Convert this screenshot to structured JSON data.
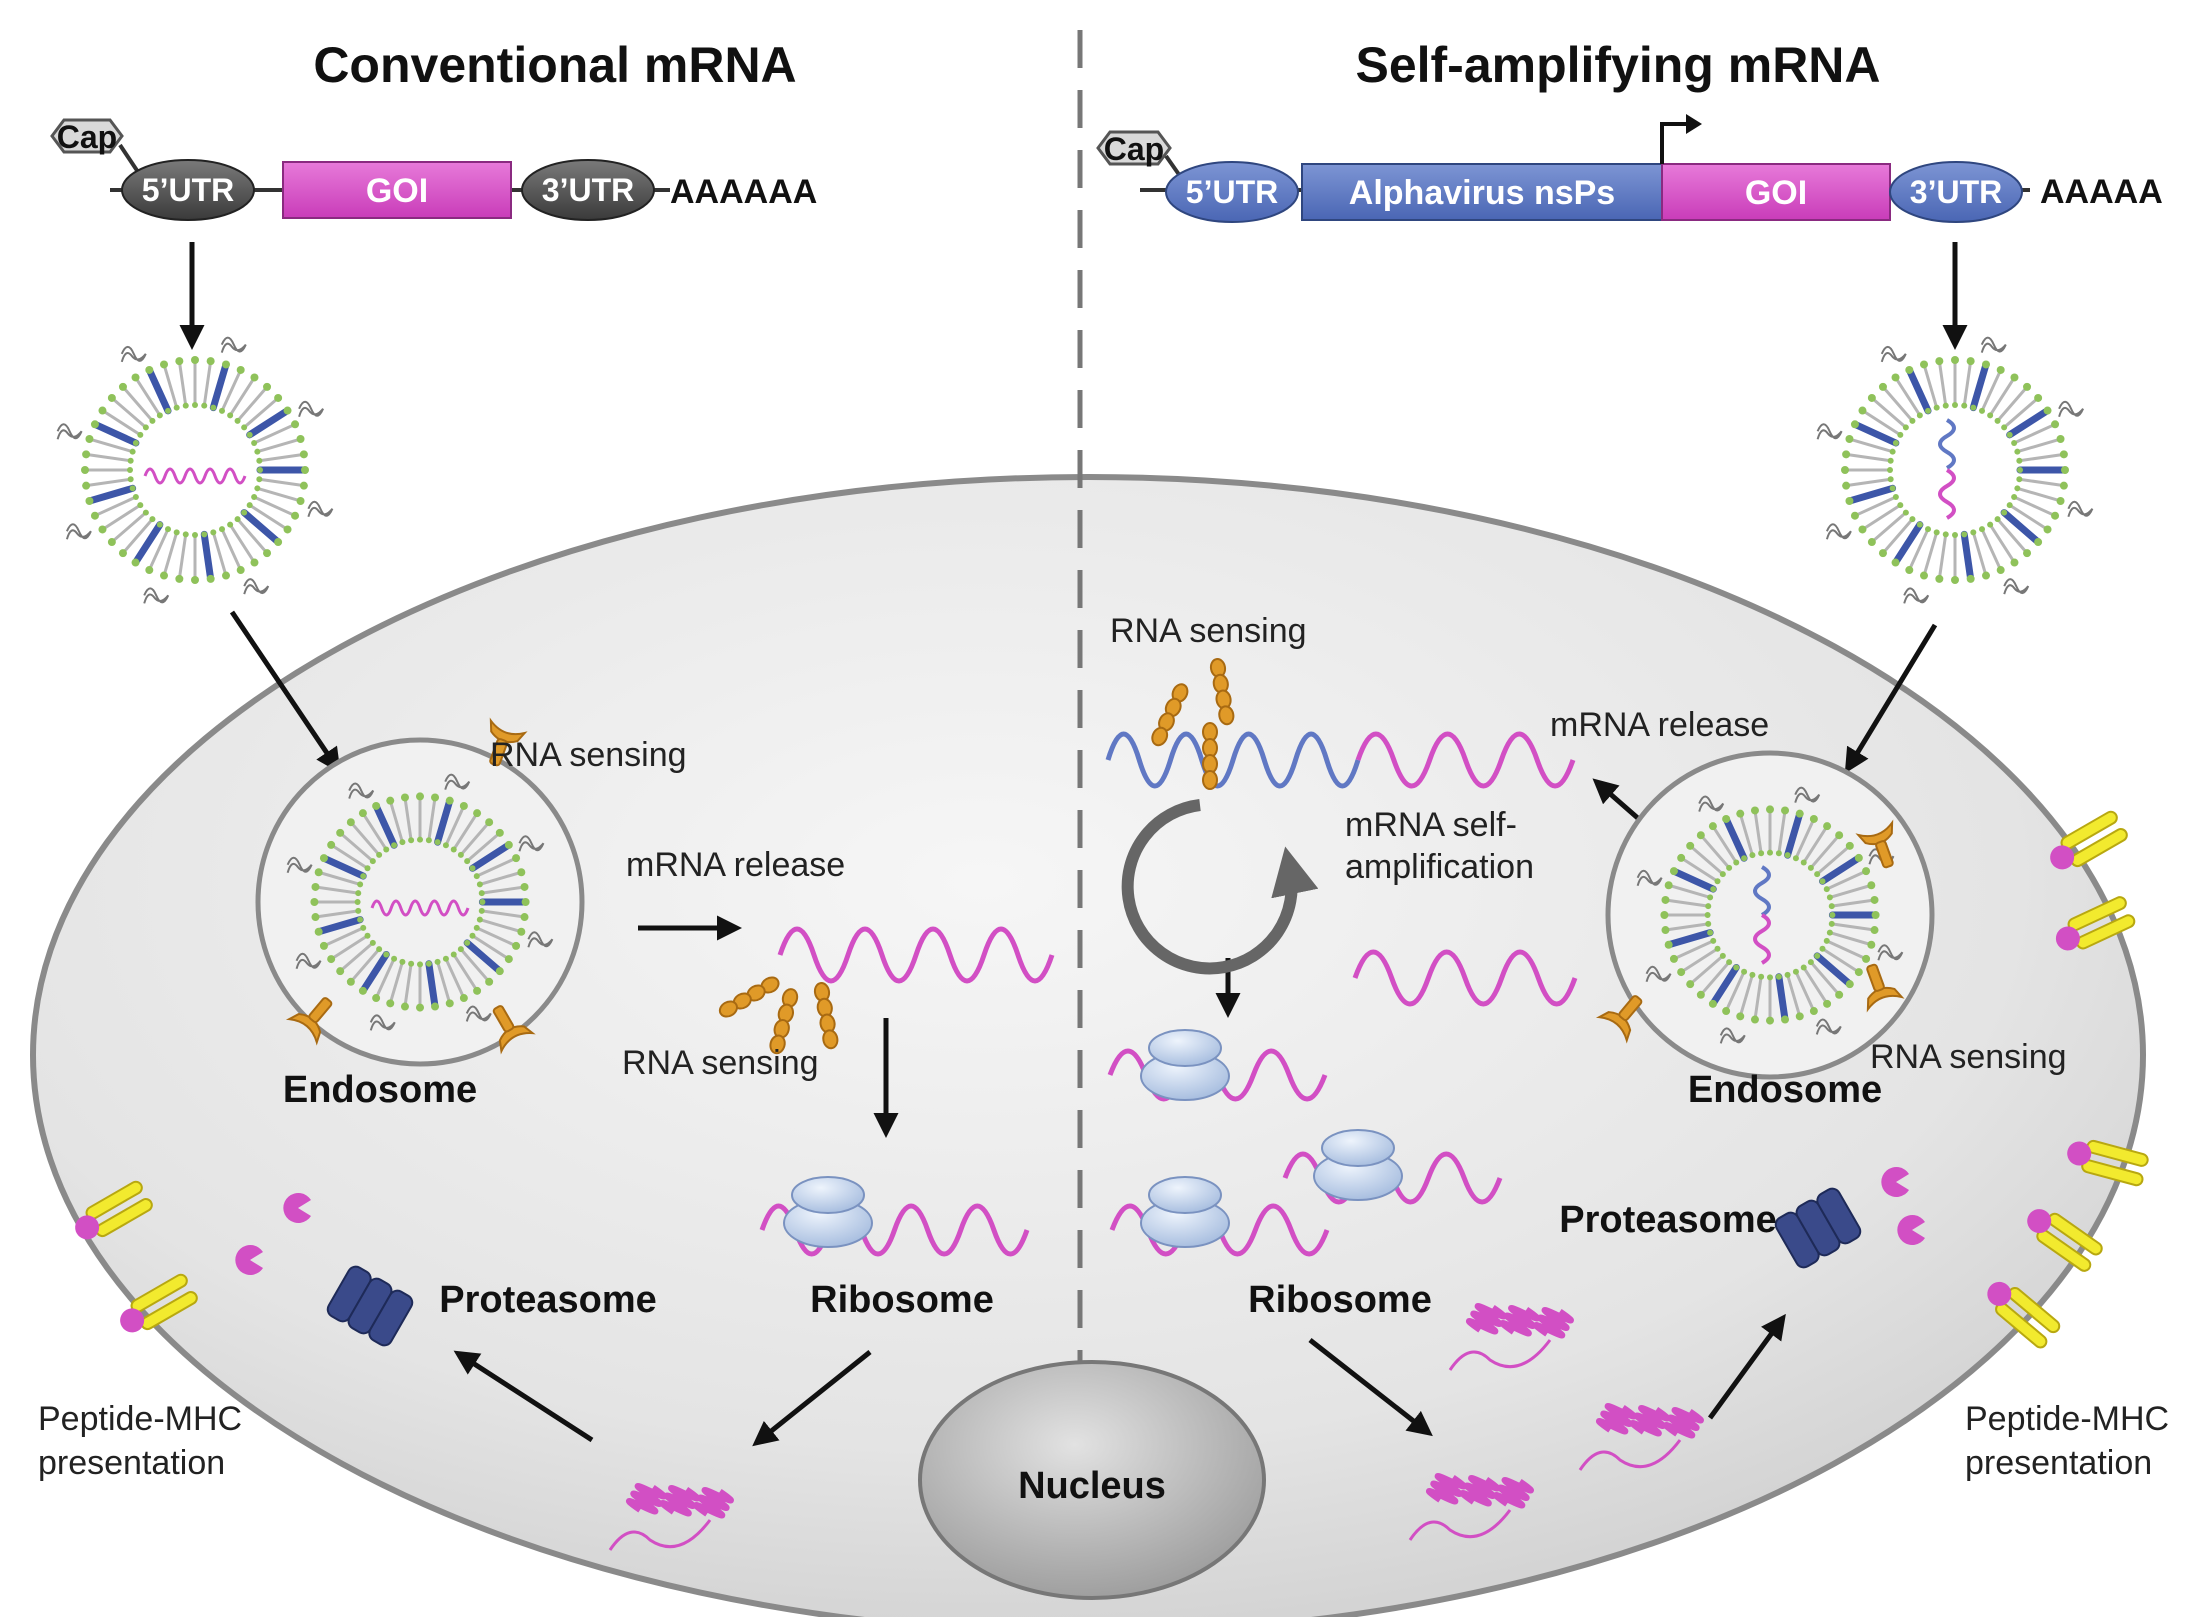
{
  "titles": {
    "left": "Conventional mRNA",
    "right": "Self-amplifying mRNA"
  },
  "left_construct": {
    "cap": "Cap",
    "utr5": "5’UTR",
    "goi": "GOI",
    "utr3": "3’UTR",
    "polyA": "AAAAAA"
  },
  "right_construct": {
    "cap": "Cap",
    "utr5": "5’UTR",
    "nsps": "Alphavirus nsPs",
    "goi": "GOI",
    "utr3": "3’UTR",
    "polyA": "AAAAA"
  },
  "labels": {
    "left_rna_sensing_top": "RNA sensing",
    "left_mrna_release": "mRNA release",
    "left_rna_sensing_bottom": "RNA sensing",
    "left_endosome": "Endosome",
    "left_ribosome": "Ribosome",
    "left_proteasome": "Proteasome",
    "left_pmhc_line1": "Peptide-MHC",
    "left_pmhc_line2": "presentation",
    "right_rna_sensing_top": "RNA sensing",
    "right_mrna_release": "mRNA release",
    "right_self_amp_line1": "mRNA self-",
    "right_self_amp_line2": "amplification",
    "right_rna_sensing_endo": "RNA sensing",
    "right_endosome": "Endosome",
    "right_ribosome": "Ribosome",
    "right_proteasome": "Proteasome",
    "right_pmhc_line1": "Peptide-MHC",
    "right_pmhc_line2": "presentation",
    "nucleus": "Nucleus"
  },
  "colors": {
    "goi_magenta": "#d94fc9",
    "utr_dark": "#555555",
    "utr_blue": "#5b78c4",
    "nsps_blue": "#5b78c4",
    "rna_magenta": "#d24fc4",
    "rna_blue": "#6078c4",
    "sensor_orange": "#e09a28",
    "mhc_yellow": "#f2ea2e",
    "proteasome_navy": "#3a4a8a",
    "ribosome_blue": "#c9d8f0",
    "cell_gray": "#e6e6e6"
  }
}
